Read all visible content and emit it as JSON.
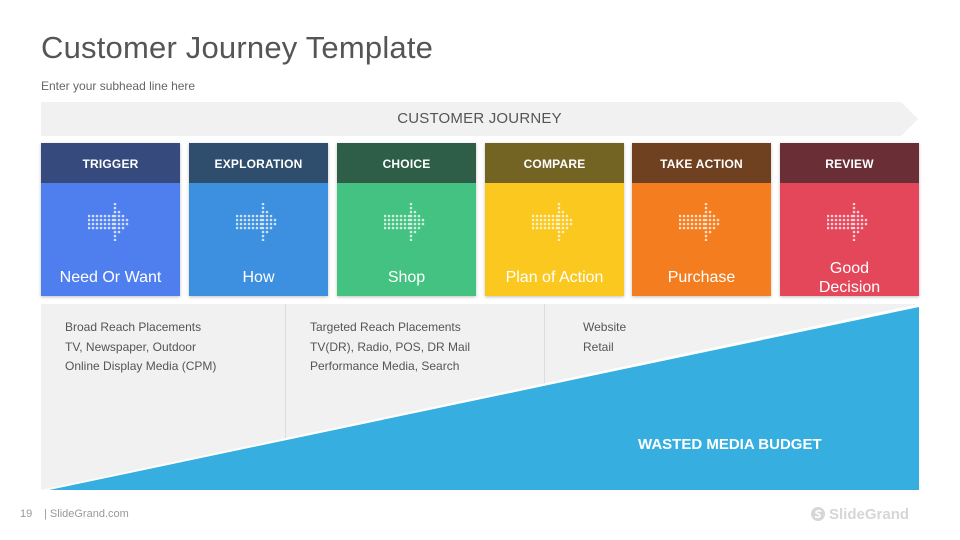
{
  "slide": {
    "title": "Customer Journey Template",
    "subtitle": "Enter your subhead line here",
    "page_number": "19",
    "footer_site": "| SlideGrand.com",
    "brand": "SlideGrand"
  },
  "banner": {
    "label": "CUSTOMER JOURNEY"
  },
  "stages": [
    {
      "header": "TRIGGER",
      "label": "Need Or Want",
      "header_color": "#364a7d",
      "body_color": "#4f7fef",
      "icon": "dotted-arrow-right-icon"
    },
    {
      "header": "EXPLORATION",
      "label": "How",
      "header_color": "#2f4e6e",
      "body_color": "#3d8fdf",
      "icon": "dotted-arrow-right-icon"
    },
    {
      "header": "CHOICE",
      "label": "Shop",
      "header_color": "#2e5e48",
      "body_color": "#44c282",
      "icon": "dotted-arrow-right-icon"
    },
    {
      "header": "COMPARE",
      "label": "Plan of Action",
      "header_color": "#746423",
      "body_color": "#fbc81f",
      "icon": "dotted-arrow-right-icon"
    },
    {
      "header": "TAKE ACTION",
      "label": "Purchase",
      "header_color": "#704121",
      "body_color": "#f37d1f",
      "icon": "dotted-arrow-right-icon"
    },
    {
      "header": "REVIEW",
      "label_line1": "Good",
      "label_line2": "Decision",
      "header_color": "#6a2f36",
      "body_color": "#e4465a",
      "icon": "dotted-arrow-right-icon"
    }
  ],
  "placements": [
    {
      "lines": [
        "Broad Reach Placements",
        "TV, Newspaper,  Outdoor",
        "Online Display Media (CPM)"
      ]
    },
    {
      "lines": [
        "Targeted Reach Placements",
        "TV(DR), Radio, POS, DR Mail",
        "Performance Media, Search"
      ]
    },
    {
      "lines": [
        "Website",
        "Retail"
      ]
    }
  ],
  "wasted": {
    "label": "WASTED MEDIA BUDGET",
    "color": "#36afe0"
  },
  "colors": {
    "banner_fill": "#f1f1f1",
    "content_fill": "#f1f1f1"
  }
}
